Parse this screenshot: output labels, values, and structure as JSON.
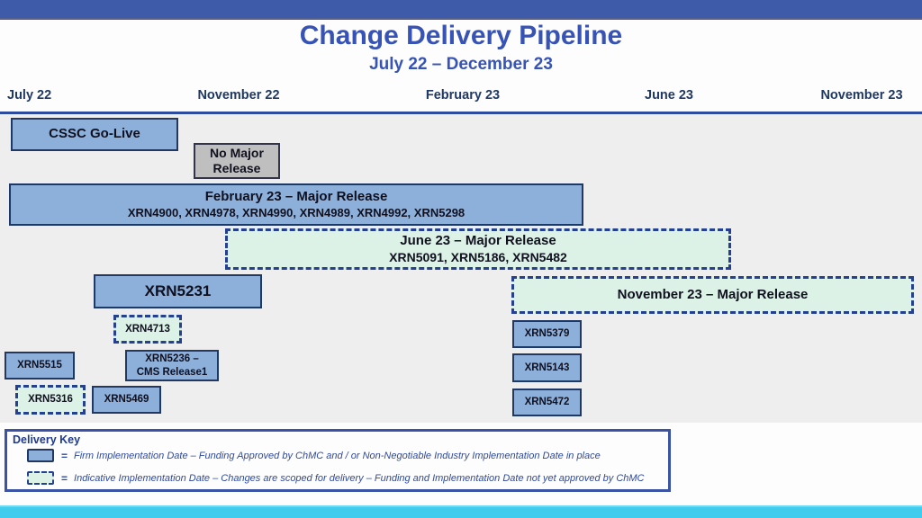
{
  "slide": {
    "title": "Change Delivery Pipeline",
    "subtitle": "July 22 – December 23"
  },
  "timeline": {
    "labels": [
      "July 22",
      "November 22",
      "February 23",
      "June 23",
      "November 23"
    ]
  },
  "milestones": {
    "cssc": {
      "label": "CSSC Go-Live"
    },
    "no_major": {
      "line1": "No Major",
      "line2": "Release"
    },
    "feb23": {
      "title": "February 23 – Major Release",
      "items": "XRN4900, XRN4978, XRN4990, XRN4989, XRN4992, XRN5298"
    },
    "jun23": {
      "title": "June 23 – Major Release",
      "items": "XRN5091, XRN5186, XRN5482"
    },
    "xrn5231": {
      "label": "XRN5231"
    },
    "nov23": {
      "title": "November 23 – Major Release"
    },
    "xrn4713": {
      "label": "XRN4713"
    },
    "xrn5379": {
      "label": "XRN5379"
    },
    "xrn5515": {
      "label": "XRN5515"
    },
    "xrn5236": {
      "line1": "XRN5236 –",
      "line2": "CMS Release1"
    },
    "xrn5143": {
      "label": "XRN5143"
    },
    "xrn5316": {
      "label": "XRN5316"
    },
    "xrn5469": {
      "label": "XRN5469"
    },
    "xrn5472": {
      "label": "XRN5472"
    }
  },
  "legend": {
    "title": "Delivery Key",
    "equals": "=",
    "firm": "Firm Implementation Date – Funding Approved by ChMC and / or Non-Negotiable Industry Implementation Date in place",
    "indicative": "Indicative Implementation Date – Changes are scoped for delivery – Funding and Implementation Date not yet approved by ChMC"
  },
  "colors": {
    "top_bar": "#3e5ba9",
    "title_blue": "#3753b5",
    "header_navy": "#1f3864",
    "firm_fill": "#8db0db",
    "firm_border": "#1f3864",
    "indicative_fill": "#dcf2e6",
    "indicative_border": "#24408e",
    "no_release_gray": "#bfbfbf",
    "chart_background": "#efeeef",
    "bottom_bar_cyan": "#41cbec"
  }
}
